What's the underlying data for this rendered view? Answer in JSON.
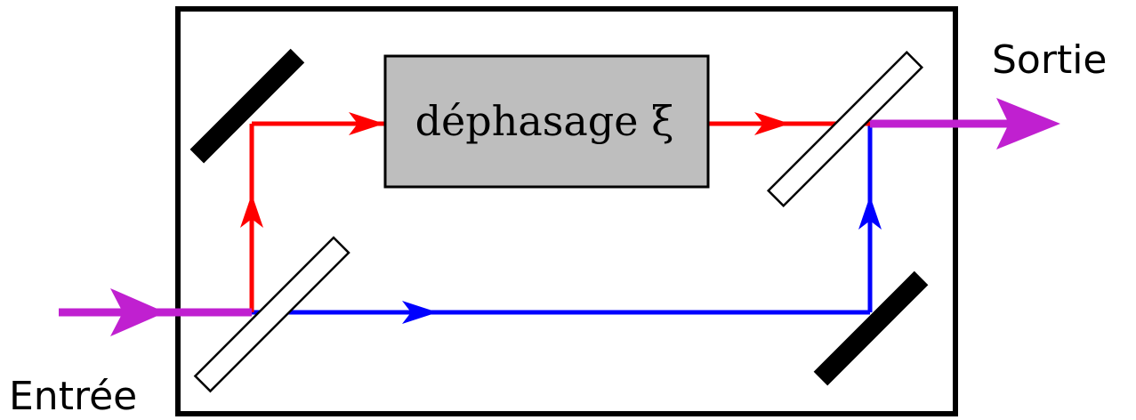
{
  "labels": {
    "input": "Entrée",
    "output": "Sortie",
    "phase_shift": "déphasage ξ"
  },
  "colors": {
    "frame": "#000000",
    "upper_arm": "#ff0000",
    "lower_arm": "#0000ff",
    "input_output_beam": "#c020d0",
    "phase_box_fill": "#bebebe",
    "mirror": "#000000",
    "beam_splitter_fill": "#ffffff"
  },
  "components": {
    "mirrors": [
      "mirror-top-left",
      "mirror-bottom-right"
    ],
    "beam_splitters": [
      "beam-splitter-input",
      "beam-splitter-output"
    ],
    "phase_shifter": "phase-shifter-box"
  }
}
